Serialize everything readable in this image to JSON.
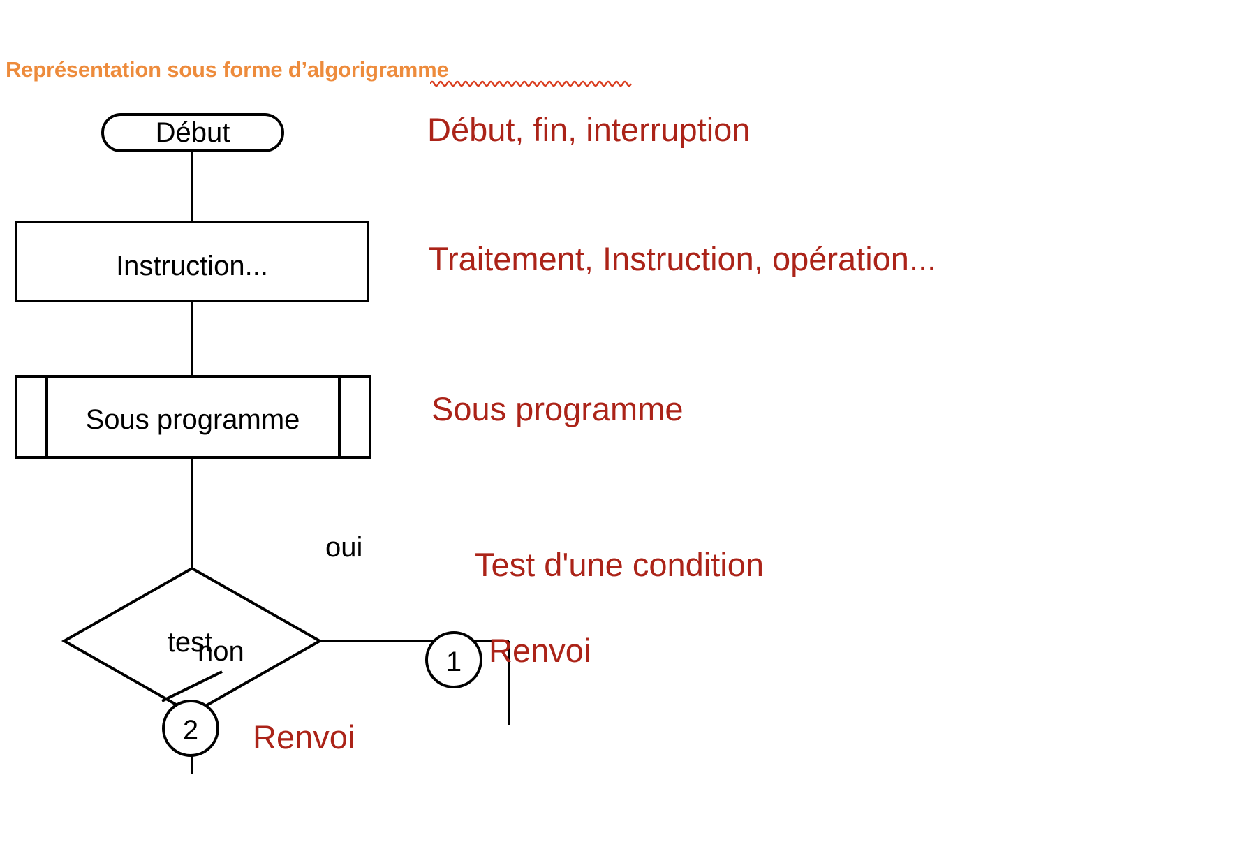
{
  "slide": {
    "title": "Représentation sous forme d’algorigramme",
    "title_color": "#ED8B3C",
    "caption_color": "#AB2318",
    "shape_color": "#000000",
    "background": "#ffffff",
    "spellcheck_word": "algorigramme"
  },
  "flowchart": {
    "nodes": [
      {
        "id": "start",
        "shape": "stadium",
        "label": "Début"
      },
      {
        "id": "instruction",
        "shape": "rectangle",
        "label": "Instruction..."
      },
      {
        "id": "subroutine",
        "shape": "subroutine",
        "label": "Sous programme"
      },
      {
        "id": "test",
        "shape": "diamond",
        "label": "test"
      },
      {
        "id": "connector1",
        "shape": "circle",
        "label": "1"
      },
      {
        "id": "connector2",
        "shape": "circle",
        "label": "2"
      }
    ],
    "edge_labels": {
      "yes": "oui",
      "no": "non"
    }
  },
  "captions": [
    {
      "key": "debut",
      "text": "Début, fin, interruption"
    },
    {
      "key": "traitement",
      "text": "Traitement, Instruction, opération..."
    },
    {
      "key": "sous",
      "text": "Sous programme"
    },
    {
      "key": "test",
      "text": "Test d'une condition"
    },
    {
      "key": "renvoi1",
      "text": "Renvoi"
    },
    {
      "key": "renvoi2",
      "text": "Renvoi"
    }
  ]
}
